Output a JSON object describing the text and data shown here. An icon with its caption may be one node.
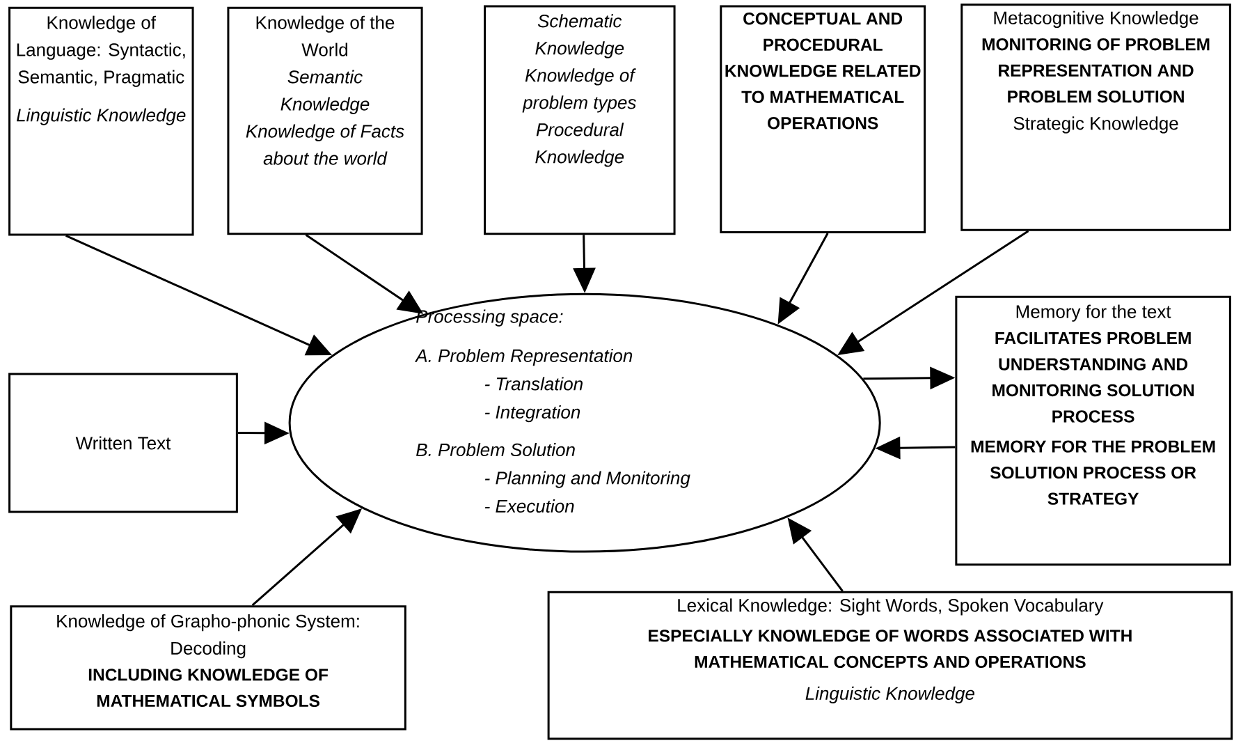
{
  "diagram": {
    "nodes": [
      {
        "text": [
          "Knowledge of Language: Syntactic, Semantic, Pragmatic",
          "Linguistic Knowledge"
        ]
      },
      {
        "text": [
          "Knowledge of the World",
          "Semantic Knowledge",
          "Knowledge of Facts about the world"
        ]
      },
      {
        "text": [
          "Schematic Knowledge",
          "Knowledge of problem types",
          "Procedural Knowledge"
        ]
      },
      {
        "text": [
          "CONCEPTUAL AND PROCEDURAL KNOWLEDGE RELATED TO MATHEMATICAL OPERATIONS"
        ]
      },
      {
        "text": [
          "Metacognitive Knowledge",
          "MONITORING OF PROBLEM REPRESENTATION AND PROBLEM SOLUTION",
          "Strategic Knowledge"
        ]
      },
      {
        "text": [
          "Processing space:",
          "A. Problem Representation",
          "- Translation",
          "- Integration",
          "B. Problem Solution",
          "- Planning and Monitoring",
          "- Execution"
        ]
      },
      {
        "text": [
          "Written Text"
        ]
      },
      {
        "text": [
          "Memory for the text",
          "FACILITATES PROBLEM UNDERSTANDING AND MONITORING SOLUTION PROCESS",
          "MEMORY FOR THE PROBLEM SOLUTION PROCESS OR STRATEGY"
        ]
      },
      {
        "text": [
          "Knowledge of Grapho-phonic System: Decoding",
          "INCLUDING KNOWLEDGE OF MATHEMATICAL SYMBOLS"
        ]
      },
      {
        "text": [
          "Lexical Knowledge: Sight Words, Spoken Vocabulary",
          "ESPECIALLY KNOWLEDGE OF WORDS ASSOCIATED WITH MATHEMATICAL CONCEPTS AND OPERATIONS",
          "Linguistic Knowledge"
        ]
      }
    ],
    "edges": [
      {
        "from": 0,
        "to": 5,
        "arrow": "to"
      },
      {
        "from": 1,
        "to": 5,
        "arrow": "to"
      },
      {
        "from": 2,
        "to": 5,
        "arrow": "to"
      },
      {
        "from": 3,
        "to": 5,
        "arrow": "to"
      },
      {
        "from": 4,
        "to": 5,
        "arrow": "to"
      },
      {
        "from": 6,
        "to": 5,
        "arrow": "to"
      },
      {
        "from": 5,
        "to": 7,
        "arrow": "to"
      },
      {
        "from": 7,
        "to": 5,
        "arrow": "to"
      },
      {
        "from": 8,
        "to": 5,
        "arrow": "to"
      },
      {
        "from": 9,
        "to": 5,
        "arrow": "to"
      }
    ]
  }
}
